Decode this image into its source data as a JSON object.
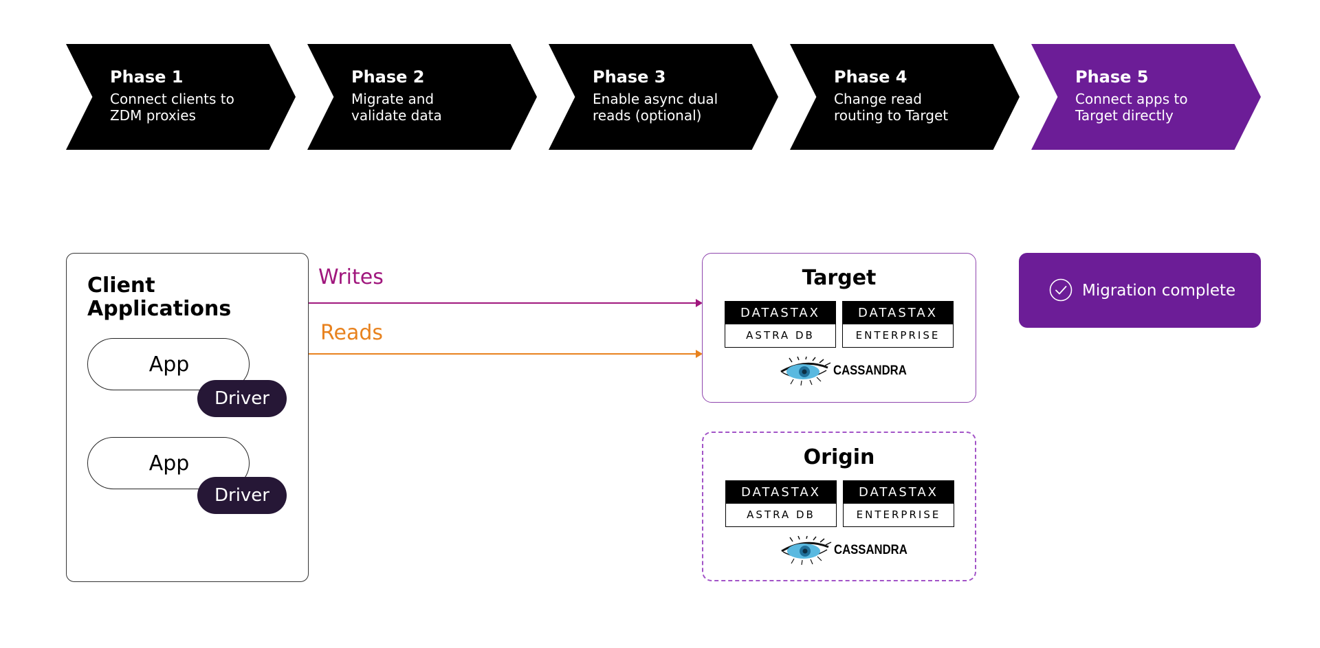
{
  "phases": [
    {
      "title": "Phase 1",
      "desc": "Connect clients to ZDM proxies",
      "color": "#000000"
    },
    {
      "title": "Phase 2",
      "desc": "Migrate and validate data",
      "color": "#000000"
    },
    {
      "title": "Phase 3",
      "desc": "Enable async dual reads (optional)",
      "color": "#000000"
    },
    {
      "title": "Phase 4",
      "desc": "Change read routing to Target",
      "color": "#000000"
    },
    {
      "title": "Phase 5",
      "desc": "Connect apps to Target directly",
      "color": "#6c1d97"
    }
  ],
  "client": {
    "title": "Client Applications",
    "apps": [
      {
        "label": "App",
        "driver": "Driver"
      },
      {
        "label": "App",
        "driver": "Driver"
      }
    ]
  },
  "flows": {
    "writes": {
      "label": "Writes",
      "color": "#a0177d"
    },
    "reads": {
      "label": "Reads",
      "color": "#e8821e"
    }
  },
  "target": {
    "title": "Target",
    "logos": [
      {
        "brand": "DATASTAX",
        "product": "ASTRA DB"
      },
      {
        "brand": "DATASTAX",
        "product": "ENTERPRISE"
      }
    ],
    "cassandra": "CASSANDRA"
  },
  "origin": {
    "title": "Origin",
    "logos": [
      {
        "brand": "DATASTAX",
        "product": "ASTRA DB"
      },
      {
        "brand": "DATASTAX",
        "product": "ENTERPRISE"
      }
    ],
    "cassandra": "CASSANDRA"
  },
  "status": {
    "label": "Migration complete",
    "icon": "check-circle-icon",
    "color": "#6c1d97"
  }
}
